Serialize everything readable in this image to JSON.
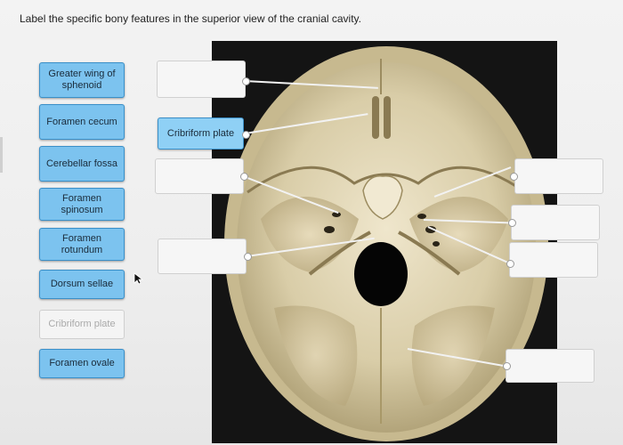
{
  "instruction": "Label the specific bony features in the superior view of the cranial cavity.",
  "labels": [
    {
      "text": "Greater wing of sphenoid",
      "used": false
    },
    {
      "text": "Foramen cecum",
      "used": false
    },
    {
      "text": "Cerebellar fossa",
      "used": false
    },
    {
      "text": "Foramen spinosum",
      "used": false
    },
    {
      "text": "Foramen rotundum",
      "used": false
    },
    {
      "text": "Dorsum sellae",
      "used": false
    },
    {
      "text": "Cribriform plate",
      "used": true
    },
    {
      "text": "Foramen ovale",
      "used": false
    }
  ],
  "drop_zones": [
    {
      "id": "left-1",
      "value": ""
    },
    {
      "id": "left-2",
      "value": "Cribriform plate"
    },
    {
      "id": "left-3",
      "value": ""
    },
    {
      "id": "left-4",
      "value": ""
    },
    {
      "id": "right-1",
      "value": ""
    },
    {
      "id": "right-2",
      "value": ""
    },
    {
      "id": "right-3",
      "value": ""
    },
    {
      "id": "right-4",
      "value": ""
    }
  ],
  "icons": {
    "cursor": "mouse-pointer-icon"
  },
  "colors": {
    "label_fill": "#7cc3ef",
    "label_border": "#3a8fc8",
    "used_label_text": "#aaaaaa",
    "photo_background": "#141414",
    "bone": "#e6dcc0"
  }
}
